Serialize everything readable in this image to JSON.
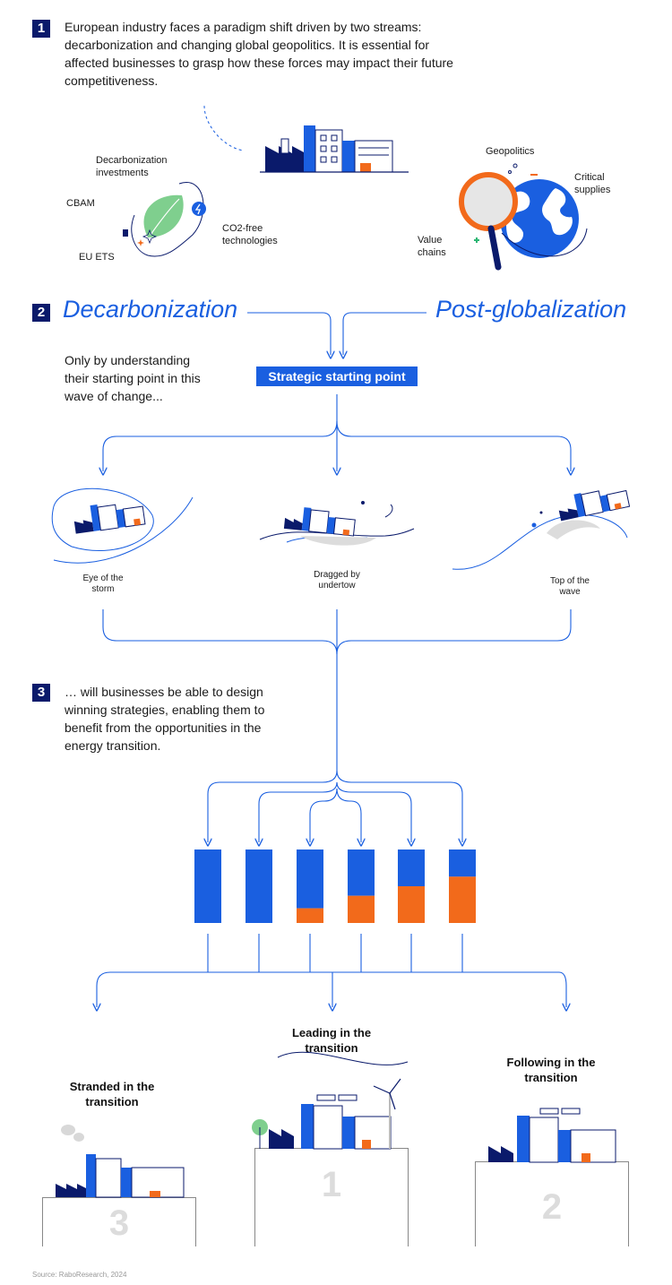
{
  "step1": {
    "badge": "1",
    "text": "European industry faces a paradigm shift driven by two streams: decarbonization and changing global geopolitics. It is essential for affected businesses to grasp how these forces may impact their future competitiveness.",
    "decarb_labels": {
      "investments": "Decarbonization investments",
      "cbam": "CBAM",
      "co2free": "CO2-free technologies",
      "euets": "EU ETS"
    },
    "geo_labels": {
      "geopolitics": "Geopolitics",
      "critical": "Critical supplies",
      "value_chains": "Value chains"
    }
  },
  "step2": {
    "badge": "2",
    "left_title": "Decarbonization",
    "right_title": "Post-globalization",
    "text": "Only by understanding their starting point in this wave of change...",
    "box_label": "Strategic starting point",
    "positions": [
      "Eye of the storm",
      "Dragged by undertow",
      "Top of the wave"
    ]
  },
  "step3": {
    "badge": "3",
    "text": "… will businesses be able to design winning strategies, enabling them to benefit from the opportunities in the energy transition.",
    "bars": [
      {
        "blue": 1.0,
        "orange": 0.0
      },
      {
        "blue": 1.0,
        "orange": 0.0
      },
      {
        "blue": 0.8,
        "orange": 0.2
      },
      {
        "blue": 0.63,
        "orange": 0.37
      },
      {
        "blue": 0.5,
        "orange": 0.5
      },
      {
        "blue": 0.37,
        "orange": 0.63
      }
    ]
  },
  "outcomes": {
    "stranded": "Stranded in the transition",
    "leading": "Leading in the transition",
    "following": "Following in the transition",
    "num_stranded": "3",
    "num_leading": "1",
    "num_following": "2"
  },
  "source": "Source: RaboResearch, 2024",
  "colors": {
    "navy": "#0a1a6b",
    "blue": "#1a5fe0",
    "orange": "#f26a1b",
    "green": "#7fcf8e"
  }
}
